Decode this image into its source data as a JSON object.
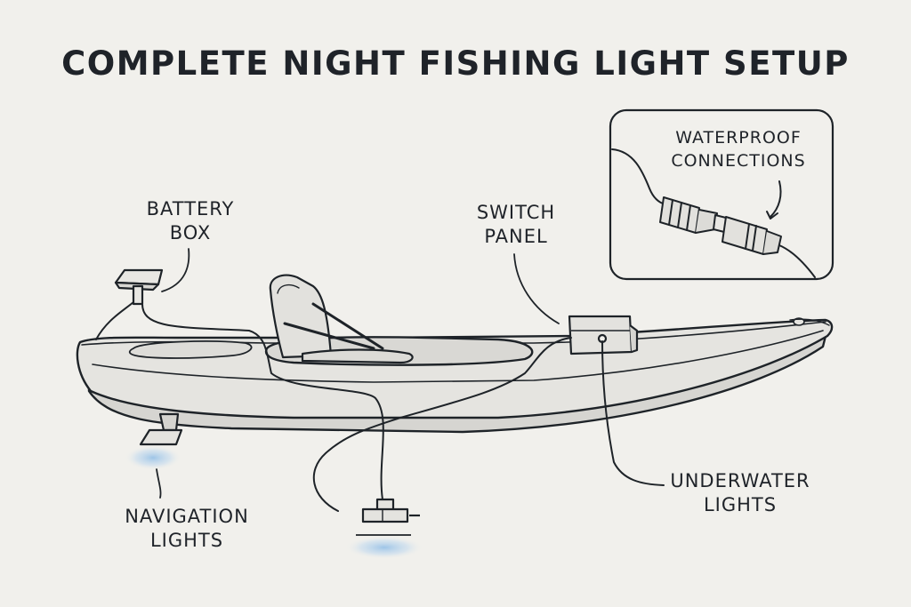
{
  "title": "COMPLETE NIGHT FISHING LIGHT SETUP",
  "labels": {
    "battery_box": [
      "BATTERY",
      "BOX"
    ],
    "switch_panel": [
      "SWITCH",
      "PANEL"
    ],
    "waterproof_connections": [
      "WATERPROOF",
      "CONNECTIONS"
    ],
    "navigation_lights": [
      "NAVIGATION",
      "LIGHTS"
    ],
    "underwater_lights": [
      "UNDERWATER",
      "LIGHTS"
    ]
  },
  "colors": {
    "line": "#1e2328",
    "hull": "#e4e3df",
    "hull_dark": "#d5d4d0",
    "glow": "#9cc3e8",
    "background": "#f1f0ec"
  }
}
